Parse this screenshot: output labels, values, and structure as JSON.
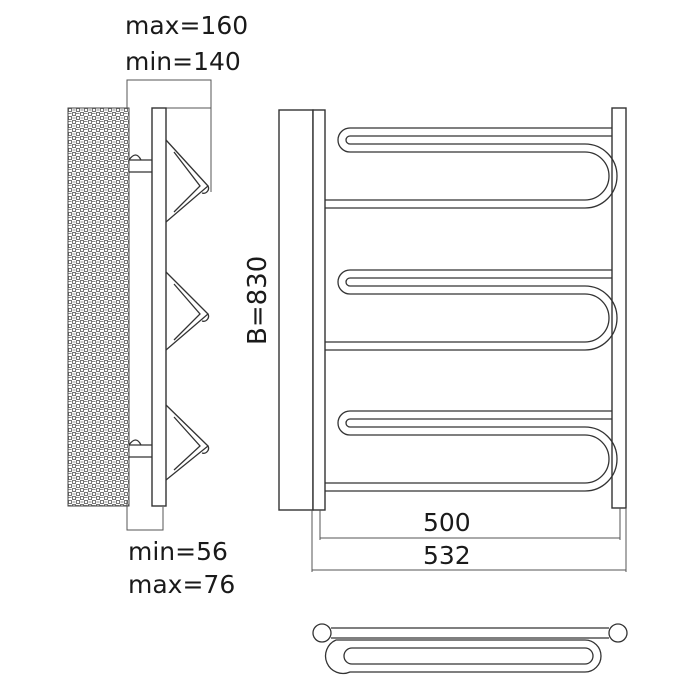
{
  "dimensions": {
    "offset_max": "max=160",
    "offset_min": "min=140",
    "wall_min": "min=56",
    "wall_max": "max=76",
    "height": "B=830",
    "width_inner": "500",
    "width_outer": "532"
  },
  "colors": {
    "line": "#333333",
    "text": "#1a1a1a",
    "wall_hatch": "#555555"
  }
}
